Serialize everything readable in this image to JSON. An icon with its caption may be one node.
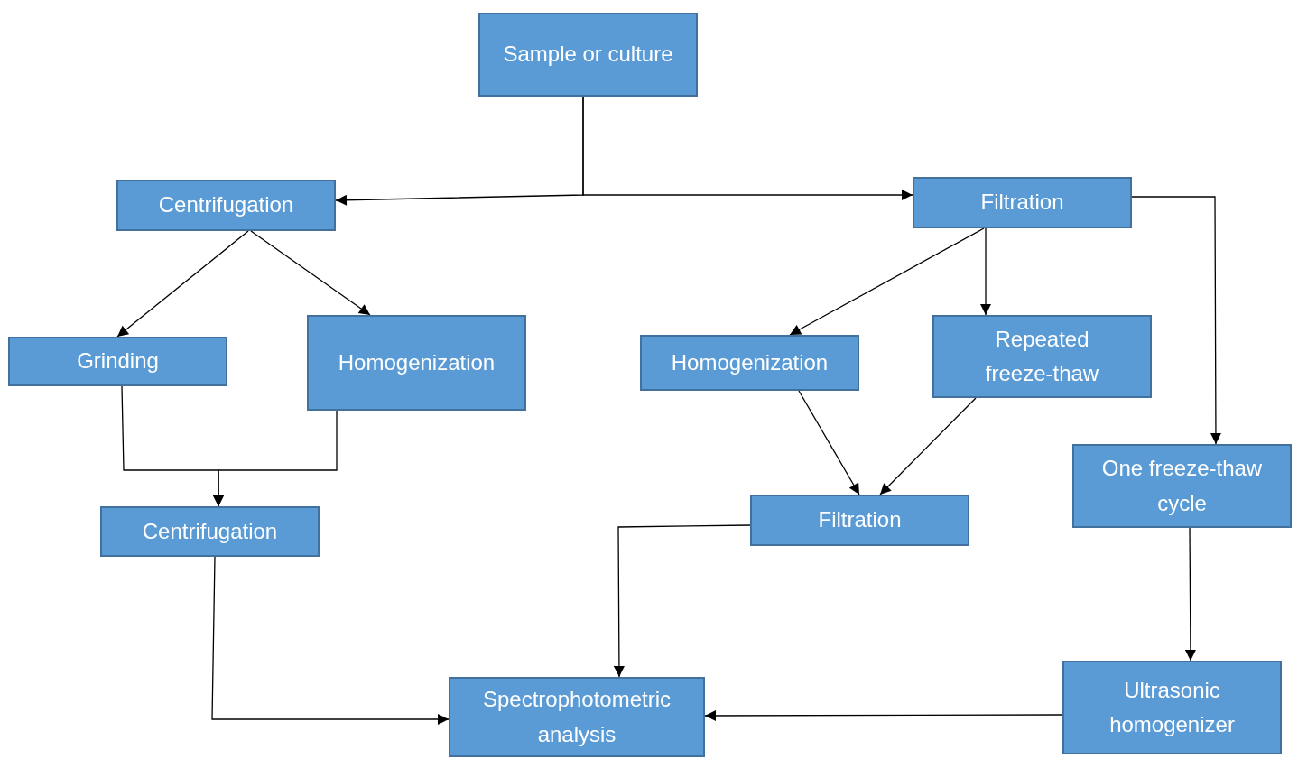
{
  "diagram": {
    "nodes": [
      {
        "text": [
          "Sample or culture"
        ]
      },
      {
        "text": [
          "Centrifugation"
        ]
      },
      {
        "text": [
          "Filtration"
        ]
      },
      {
        "text": [
          "Grinding"
        ]
      },
      {
        "text": [
          "Homogenization"
        ]
      },
      {
        "text": [
          "Homogenization"
        ]
      },
      {
        "text": [
          "Repeated freeze-thaw"
        ]
      },
      {
        "text": [
          "One freeze-thaw cycle"
        ]
      },
      {
        "text": [
          "Centrifugation"
        ]
      },
      {
        "text": [
          "Filtration"
        ]
      },
      {
        "text": [
          "Spectrophotometric analysis"
        ]
      },
      {
        "text": [
          "Ultrasonic homogenizer"
        ]
      }
    ],
    "edges": [
      {
        "from": 0,
        "to": 1,
        "arrow": "to"
      },
      {
        "from": 0,
        "to": 2,
        "arrow": "to"
      },
      {
        "from": 1,
        "to": 3,
        "arrow": "to"
      },
      {
        "from": 1,
        "to": 4,
        "arrow": "to"
      },
      {
        "from": 2,
        "to": 5,
        "arrow": "to"
      },
      {
        "from": 2,
        "to": 6,
        "arrow": "to"
      },
      {
        "from": 2,
        "to": 7,
        "arrow": "to"
      },
      {
        "from": 3,
        "to": 8,
        "arrow": "to"
      },
      {
        "from": 4,
        "to": 8,
        "arrow": "to"
      },
      {
        "from": 5,
        "to": 9,
        "arrow": "to"
      },
      {
        "from": 6,
        "to": 9,
        "arrow": "to"
      },
      {
        "from": 7,
        "to": 11,
        "arrow": "to"
      },
      {
        "from": 8,
        "to": 10,
        "arrow": "to"
      },
      {
        "from": 9,
        "to": 10,
        "arrow": "to"
      },
      {
        "from": 11,
        "to": 10,
        "arrow": "to"
      }
    ]
  }
}
